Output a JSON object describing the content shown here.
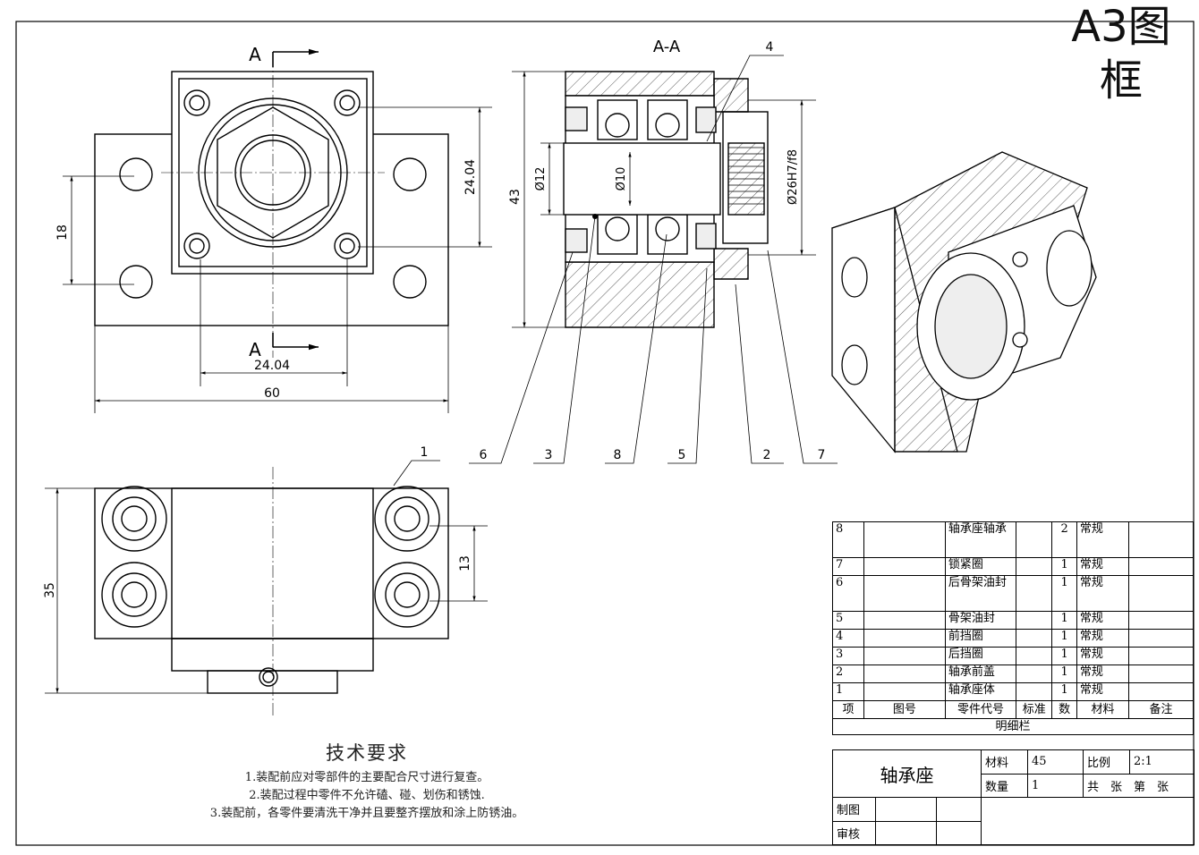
{
  "frame": {
    "title_line1": "A3图",
    "title_line2": "框"
  },
  "views": {
    "section_label": "A-A",
    "cut_letter_top": "A",
    "cut_letter_bottom": "A"
  },
  "dimensions": {
    "d_18": "18",
    "d_24_04_v": "24.04",
    "d_24_04_h": "24.04",
    "d_60": "60",
    "d_43": "43",
    "d_phi12": "Ø12",
    "d_phi10": "Ø10",
    "d_phi26": "Ø26H7/f8",
    "d_35": "35",
    "d_13": "13"
  },
  "balloons": [
    "1",
    "2",
    "3",
    "4",
    "5",
    "6",
    "7",
    "8"
  ],
  "tech": {
    "heading": "技术要求",
    "lines": [
      "1.装配前应对零部件的主要配合尺寸进行复查。",
      "2.装配过程中零件不允许磕、碰、划伤和锈蚀.",
      "3.装配前，各零件要清洗干净并且要整齐摆放和涂上防锈油。"
    ]
  },
  "bom": {
    "rows": [
      {
        "no": "8",
        "drawing": "",
        "name": "轴承座轴承",
        "std": "",
        "qty": "2",
        "material": "常规",
        "note": ""
      },
      {
        "no": "7",
        "drawing": "",
        "name": "锁紧圈",
        "std": "",
        "qty": "1",
        "material": "常规",
        "note": ""
      },
      {
        "no": "6",
        "drawing": "",
        "name": "后骨架油封",
        "std": "",
        "qty": "1",
        "material": "常规",
        "note": ""
      },
      {
        "no": "5",
        "drawing": "",
        "name": "骨架油封",
        "std": "",
        "qty": "1",
        "material": "常规",
        "note": ""
      },
      {
        "no": "4",
        "drawing": "",
        "name": "前挡圈",
        "std": "",
        "qty": "1",
        "material": "常规",
        "note": ""
      },
      {
        "no": "3",
        "drawing": "",
        "name": "后挡圈",
        "std": "",
        "qty": "1",
        "material": "常规",
        "note": ""
      },
      {
        "no": "2",
        "drawing": "",
        "name": "轴承前盖",
        "std": "",
        "qty": "1",
        "material": "常规",
        "note": ""
      },
      {
        "no": "1",
        "drawing": "",
        "name": "轴承座体",
        "std": "",
        "qty": "1",
        "material": "常规",
        "note": ""
      }
    ],
    "header": {
      "no": "项",
      "drawing": "图号",
      "name": "零件代号",
      "std": "标准",
      "qty": "数",
      "material": "材料",
      "note": "备注"
    },
    "caption": "明细栏"
  },
  "title_block": {
    "part_name": "轴承座",
    "material_label": "材料",
    "material_value": "45",
    "scale_label": "比例",
    "scale_value": "2:1",
    "qty_label": "数量",
    "qty_value": "1",
    "sheets": "共　张　第　张",
    "drawn_label": "制图",
    "check_label": "审核"
  }
}
